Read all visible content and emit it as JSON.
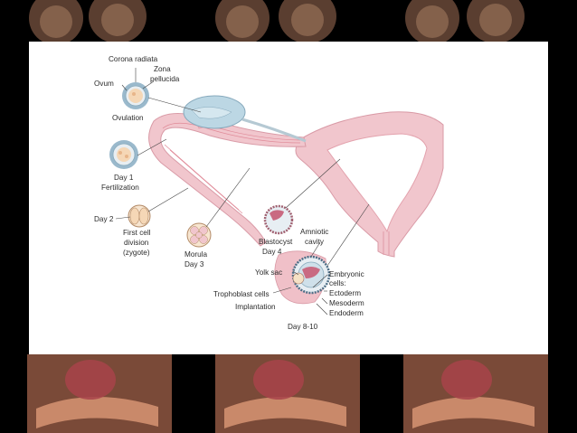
{
  "labels": {
    "corona_radiata": "Corona radiata",
    "zona": "Zona",
    "pellucida": "pellucida",
    "ovum": "Ovum",
    "ovulation": "Ovulation",
    "day1": "Day 1",
    "fertilization": "Fertilization",
    "day2": "Day 2",
    "first_cell": "First cell",
    "division": "division",
    "zygote": "(zygote)",
    "morula": "Morula",
    "day3": "Day 3",
    "blastocyst": "Blastocyst",
    "day4": "Day 4",
    "amniotic": "Amniotic",
    "cavity": "cavity",
    "yolk_sac": "Yolk sac",
    "trophoblast": "Trophoblast cells",
    "implantation": "Implantation",
    "embryonic": "Embryonic",
    "cells": "cells:",
    "ectoderm": "Ectoderm",
    "mesoderm": "Mesoderm",
    "endoderm": "Endoderm",
    "day8_10": "Day 8-10"
  },
  "colors": {
    "uterus": "#f1c6cd",
    "uterus_dark": "#e3a2ad",
    "ovary": "#bcd7e4",
    "cell": "#f5d7b6",
    "corona": "#9ab9cc",
    "background": "#000000"
  }
}
